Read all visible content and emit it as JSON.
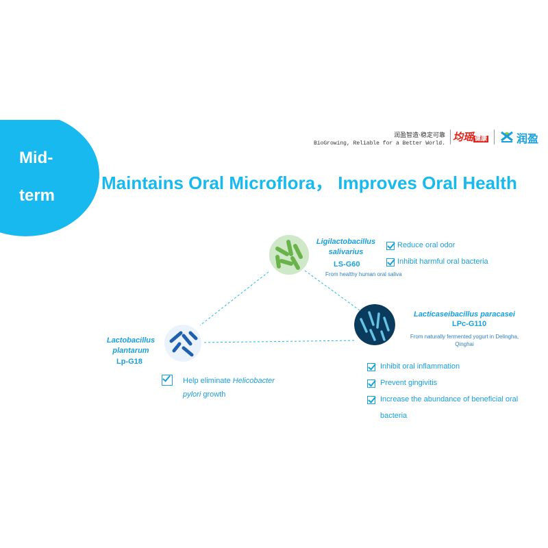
{
  "badge": {
    "line1": "Mid-",
    "line2": "term"
  },
  "brand": {
    "slogan_cn": "润盈智造·稳定可靠",
    "slogan_en": "BioGrowing, Reliable for a Better World.",
    "logo1": "均瑶",
    "logo1_box": "健康",
    "logo2": "润盈"
  },
  "headline": "Maintains Oral Microflora， Improves  Oral Health",
  "strains": [
    {
      "name_line1": "Ligilactobacillus",
      "name_line2": "salivarius",
      "code": "LS-G60",
      "source": "From healthy human oral saliva",
      "benefits": [
        "Reduce oral odor",
        "Inhibit harmful oral bacteria"
      ]
    },
    {
      "name_line1": "Lacticaseibacillus paracasei",
      "code": "LPc-G110",
      "source_line1": "From naturally fermented yogurt in Delingha,",
      "source_line2": "Qinghai",
      "benefits": [
        "Inhibit oral inflammation",
        "Prevent gingivitis",
        "Increase the abundance of beneficial oral",
        "bacteria"
      ]
    },
    {
      "name_line1": "Lactobacillus",
      "name_line2": "plantarum",
      "code": "Lp-G18",
      "benefit_prefix": "Help eliminate ",
      "benefit_italic": "Helicobacter",
      "benefit_line2_italic": "pylori",
      "benefit_line2_suffix": " growth"
    }
  ],
  "colors": {
    "accent": "#17b9ef",
    "text_blue": "#17a0dc",
    "red_logo": "#e2231a"
  },
  "icons": [
    "check-icon",
    "bacteria-illustration"
  ]
}
